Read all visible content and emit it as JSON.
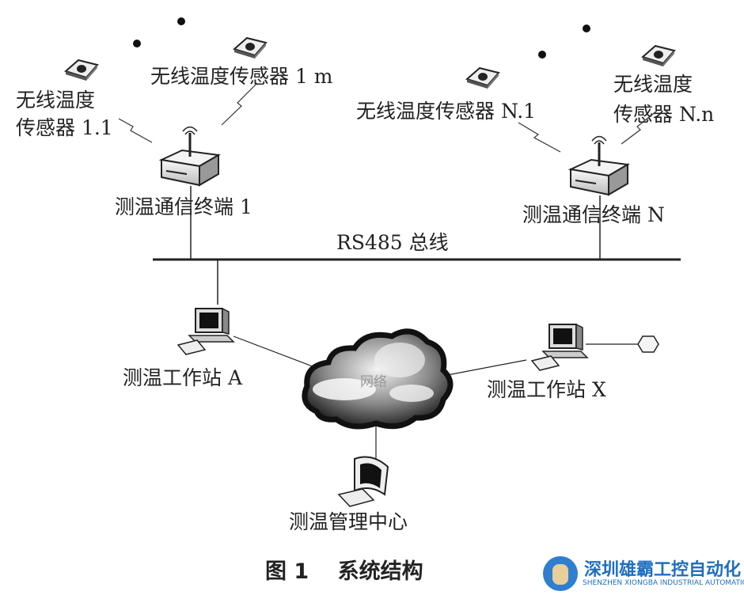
{
  "sensors": {
    "s11_line1": "无线温度",
    "s11_line2": "传感器 1.1",
    "s1m": "无线温度传感器 1 m",
    "sN1": "无线温度传感器 N.1",
    "sNn_line1": "无线温度",
    "sNn_line2": "传感器 N.n"
  },
  "terminals": {
    "t1": "测温通信终端 1",
    "tN": "测温通信终端 N"
  },
  "bus": "RS485 总线",
  "cloud": "网络",
  "workstations": {
    "a": "测温工作站 A",
    "x": "测温工作站 X"
  },
  "center": "测温管理中心",
  "caption": "图 1　 系统结构",
  "watermark": {
    "zh": "深圳雄霸工控自动化",
    "en": "SHENZHEN XIONGBA INDUSTRIAL AUTOMATION"
  }
}
